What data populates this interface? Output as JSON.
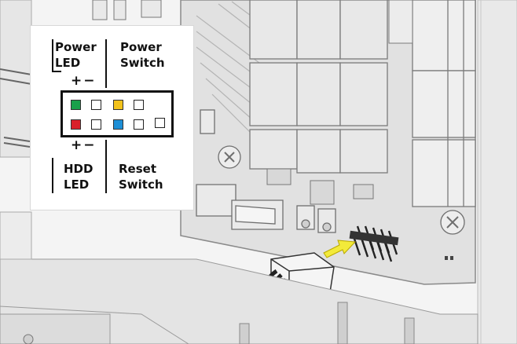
{
  "legend": {
    "power_led_label": "Power\nLED",
    "power_switch_label": "Power\nSwitch",
    "hdd_led_label": "HDD\nLED",
    "reset_switch_label": "Reset\nSwitch",
    "polarity_top": "+−",
    "polarity_bottom": "+−"
  },
  "colors": {
    "power_led_plus": "#1aa04a",
    "power_switch": "#f2c21b",
    "hdd_led_plus": "#d9212a",
    "reset_switch": "#1e8fd6",
    "arrow": "#f3ea3a"
  }
}
